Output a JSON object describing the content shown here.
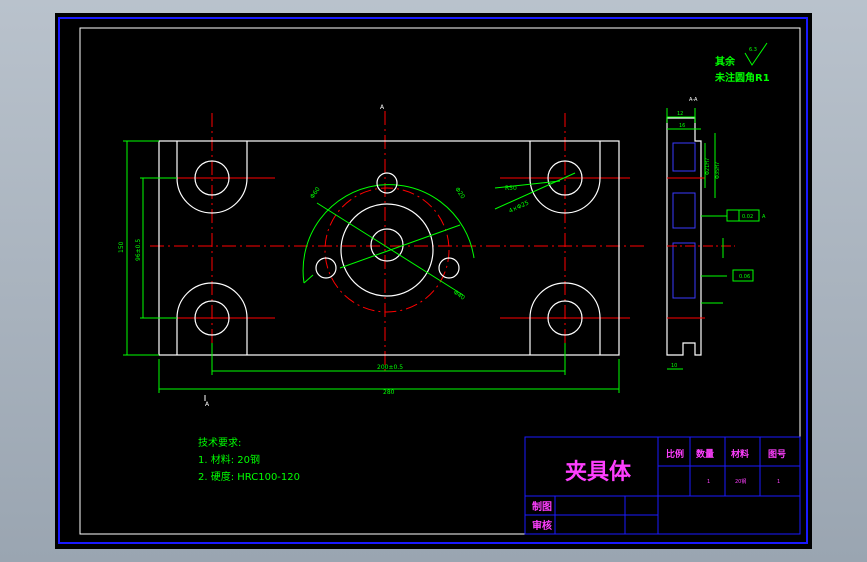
{
  "drawing": {
    "section_label": "A-A",
    "section_mark_top": "A",
    "section_mark_bottom": "A",
    "roughness_note_line1": "其余",
    "roughness_note_line2": "未注圆角R1",
    "roughness_value": "6.3"
  },
  "dimensions": {
    "overall_width": "280",
    "hole_spacing_h": "200±0.5",
    "overall_height": "150",
    "hole_spacing_v": "96±0.5",
    "side_dim_1": "12",
    "side_dim_2": "16",
    "side_dim_bottom": "10",
    "phi_main": "Φ60",
    "phi_small": "Φ20",
    "phi_pcd": "Φ40",
    "hole_callout": "4×Φ25",
    "arc_r": "R50",
    "fit_1": "Φ21H7",
    "fit_2": "Φ35H7",
    "tol_box_1": "0.02",
    "tol_box_2": "A",
    "tol_box_3": "0.06"
  },
  "notes": {
    "title": "技术要求:",
    "line1": "1. 材料: 20钢",
    "line2": "2. 硬度: HRC100-120"
  },
  "title_block": {
    "part_name": "夹具体",
    "col_scale": "比例",
    "col_qty": "数量",
    "col_material": "材料",
    "col_drawing_no": "图号",
    "val_qty": "1",
    "val_material": "20钢",
    "val_drawing_no": "1",
    "row_drawn": "制图",
    "row_checked": "审核"
  },
  "colors": {
    "outline": "#ffffff",
    "dimension": "#00ff00",
    "centerline": "#ff0000",
    "border": "#1a1aff",
    "hatch": "#3a3aff",
    "text_block": "#ff3fff"
  }
}
